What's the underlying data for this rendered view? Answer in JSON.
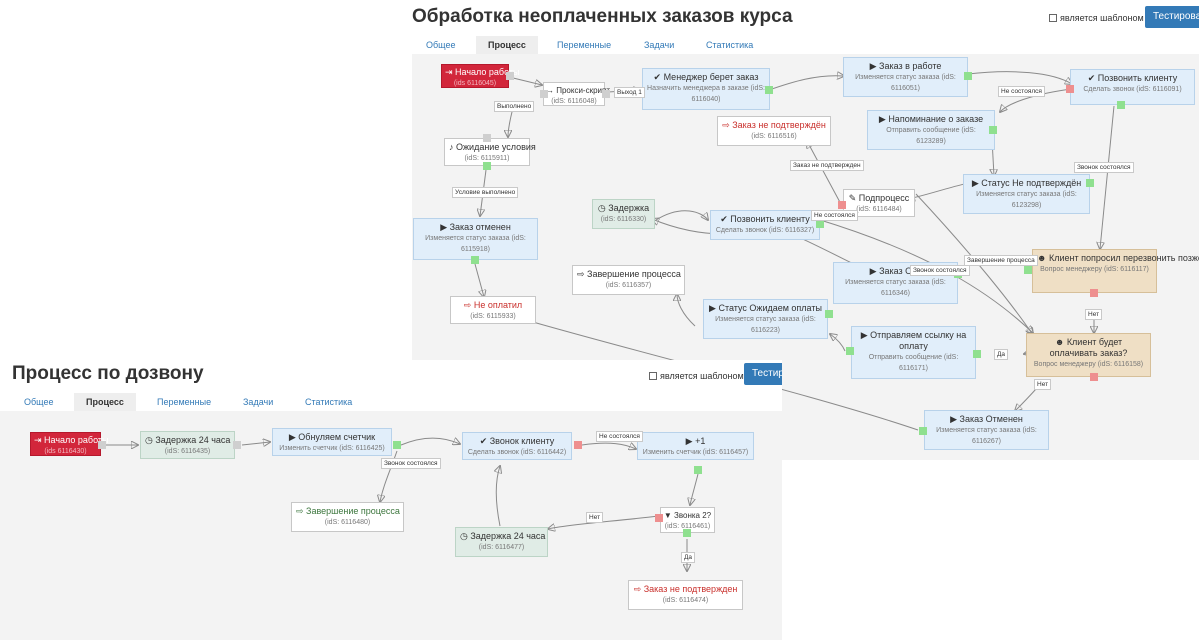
{
  "colors": {
    "accent": "#337ab7",
    "start_red": "#d2263b",
    "port_green": "#8fe08f",
    "port_red": "#ee8f8f"
  },
  "icons": {
    "play": "play-icon",
    "check": "check-icon",
    "bell": "bell-icon",
    "clock": "clock-icon",
    "signout": "sign-out-icon",
    "signin": "sign-in-icon",
    "user": "user-icon",
    "filter": "filter-icon",
    "wrench": "wrench-icon",
    "arrow": "arrow-right-icon"
  },
  "top": {
    "title": "Обработка неоплаченных заказов курса",
    "template_label": "является шаблоном",
    "test_button": "Тестировать",
    "tabs": [
      "Общее",
      "Процесс",
      "Переменные",
      "Задачи",
      "Статистика"
    ],
    "nodes": {
      "start": {
        "title": "Начало работы",
        "sub": "(ids 6116045)"
      },
      "proxy": {
        "title": "→ Прокси-скрипт",
        "sub": "(idS: 6116048)"
      },
      "manager": {
        "title": "✔ Менеджер берет заказ",
        "sub": "Назначить менеджера в заказе (idS: 6116040)"
      },
      "inwork": {
        "title": "▶ Заказ в работе",
        "sub": "Изменяется статус заказа (idS: 6116051)"
      },
      "call1": {
        "title": "✔ Позвонить клиенту",
        "sub": "Сделать звонок (idS: 6116091)"
      },
      "reminder": {
        "title": "▶ Напоминание о заказе",
        "sub": "Отправить сообщение (idS: 6123289)"
      },
      "notconfirmed": {
        "title": "Заказ не подтверждён",
        "sub": "(idS: 6116516)"
      },
      "wait": {
        "title": "Ожидание условия",
        "sub": "(idS: 6115911)"
      },
      "subprocess": {
        "title": "Подпроцесс",
        "sub": "(idS: 6116484)"
      },
      "status_nc": {
        "title": "▶ Статус Не подтверждён",
        "sub": "Изменяется статус заказа (idS: 6123298)"
      },
      "delay": {
        "title": "Задержка",
        "sub": "(idS: 6116330)"
      },
      "call2": {
        "title": "✔ Позвонить клиенту",
        "sub": "Сделать звонок (idS: 6116327)"
      },
      "cancelled": {
        "title": "▶ Заказ отменен",
        "sub": "Изменяется статус заказа (idS: 6115918)"
      },
      "end": {
        "title": "Завершение процесса",
        "sub": "(idS: 6116357)"
      },
      "order_other": {
        "title": "▶ Заказ Отл",
        "sub": "Изменяется статус заказа (idS: 6116346)"
      },
      "callback": {
        "title": "Клиент попросил перезвонить позже?",
        "sub": "Вопрос менеджеру (idS: 6116117)"
      },
      "notpaid": {
        "title": "Не оплатил",
        "sub": "(idS: 6115933)"
      },
      "await_pay": {
        "title": "▶ Статус Ожидаем оплаты",
        "sub": "Изменяется статус заказа (idS: 6116223)"
      },
      "paylink": {
        "title": "▶ Отправляем ссылку на оплату",
        "sub": "Отправить сообщение (idS: 6116171)"
      },
      "willpay": {
        "title": "Клиент будет оплачивать заказ?",
        "sub": "Вопрос менеджеру (idS: 6116158)"
      },
      "ordercancel": {
        "title": "▶ Заказ Отменен",
        "sub": "Изменяется статус заказа (idS: 6116267)"
      }
    },
    "edge_labels": {
      "out1": "Выход 1",
      "done": "Выполнено",
      "cond_done": "Условие выполнено",
      "no_answer1": "Не состоялся",
      "no_answer2": "Не состоялся",
      "no_answer3": "Звонок состоялся",
      "call_done": "Звонок состоялся",
      "not_confirmed": "Заказ не подтвержден",
      "sub_done": "Завершение процесса",
      "no": "Нет",
      "yes": "Да",
      "no2": "Нет"
    }
  },
  "bottom": {
    "title": "Процесс по дозвону",
    "template_label": "является шаблоном",
    "test_button": "Тестировать",
    "tabs": [
      "Общее",
      "Процесс",
      "Переменные",
      "Задачи",
      "Статистика"
    ],
    "nodes": {
      "start": {
        "title": "Начало работы",
        "sub": "(ids 6116430)"
      },
      "delay24a": {
        "title": "Задержка 24 часа",
        "sub": "(idS: 6116435)"
      },
      "reset": {
        "title": "▶ Обнуляем счетчик",
        "sub": "Изменить счетчик (idS: 6116425)"
      },
      "call": {
        "title": "✔ Звонок клиенту",
        "sub": "Сделать звонок (idS: 6116442)"
      },
      "plus1": {
        "title": "▶ +1",
        "sub": "Изменить счетчик (idS: 6116457)"
      },
      "end": {
        "title": "Завершение процесса",
        "sub": "(idS: 6116480)"
      },
      "calls2": {
        "title": "Звонка 2?",
        "sub": "(idS: 6116461)"
      },
      "delay24b": {
        "title": "Задержка 24 часа",
        "sub": "(idS: 6116477)"
      },
      "notconfirmed": {
        "title": "Заказ не подтвержден",
        "sub": "(idS: 6116474)"
      }
    },
    "edge_labels": {
      "no_answer": "Не состоялся",
      "call_done": "Звонок состоялся",
      "no": "Нет",
      "yes": "Да"
    }
  }
}
